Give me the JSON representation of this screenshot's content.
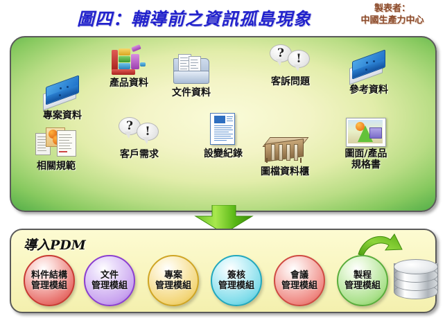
{
  "header": {
    "title": "圖四：輔導前之資訊孤島現象",
    "credit_line1": "製表者：",
    "credit_line2": "中國生產力中心",
    "title_color": "#2222cc",
    "credit_color": "#8b4a2b"
  },
  "islands_panel": {
    "background_edge_color": "#3a9e3e",
    "background_center_color": "#fafbd8",
    "items": [
      {
        "label": "專案資料",
        "icon": "blue-binder-icon"
      },
      {
        "label": "產品資料",
        "icon": "colored-blocks-icon"
      },
      {
        "label": "文件資料",
        "icon": "folder-documents-icon"
      },
      {
        "label": "客訴問題",
        "icon": "question-exclaim-bubbles-icon"
      },
      {
        "label": "參考資料",
        "icon": "blue-binder-icon"
      },
      {
        "label": "相關規範",
        "icon": "standards-documents-icon"
      },
      {
        "label": "客戶需求",
        "icon": "question-exclaim-bubbles-icon"
      },
      {
        "label": "設變紀錄",
        "icon": "blue-lined-document-icon"
      },
      {
        "label": "圖檔資料櫃",
        "icon": "file-cabinet-icon"
      },
      {
        "label": "圖面/產品",
        "label2": "規格書",
        "icon": "drawing-picture-icon"
      }
    ]
  },
  "flow": {
    "down_arrow": "green-down-arrow-icon",
    "curved_arrow": "green-curved-arrow-icon"
  },
  "pdm_panel": {
    "title": "導入PDM",
    "database": "database-cylinder-icon",
    "modules": [
      {
        "line1": "料件結構",
        "line2": "管理模組",
        "color": "#e8736e",
        "ring": "#c83a33"
      },
      {
        "line1": "文件",
        "line2": "管理模組",
        "color": "#c9a4ef",
        "ring": "#8b3fd0"
      },
      {
        "line1": "專案",
        "line2": "管理模組",
        "color": "#f3d67a",
        "ring": "#cfa524"
      },
      {
        "line1": "簽核",
        "line2": "管理模組",
        "color": "#7fdcea",
        "ring": "#22a8bd"
      },
      {
        "line1": "會議",
        "line2": "管理模組",
        "color": "#ef8a84",
        "ring": "#cf4a42"
      },
      {
        "line1": "製程",
        "line2": "管理模組",
        "color": "#a9e08a",
        "ring": "#5aad3c"
      }
    ]
  }
}
